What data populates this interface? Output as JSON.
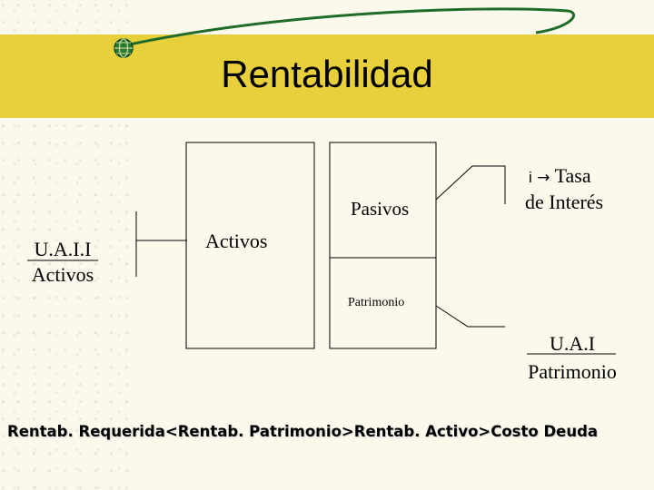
{
  "slide": {
    "title": "Rentabilidad"
  },
  "diagram": {
    "left_numerator": "U.A.I.I",
    "left_denominator": "Activos",
    "activos_label": "Activos",
    "pasivos_label": "Pasivos",
    "patrimonio_label": "Patrimonio",
    "tasa_symbol": "i",
    "tasa_arrow": "→",
    "tasa_line1": "Tasa",
    "tasa_line2": "de Interés",
    "right_numerator": "U.A.I",
    "right_denominator": "Patrimonio"
  },
  "footer": {
    "relation": "Rentab. Requerida<Rentab. Patrimonio>Rentab. Activo>Costo Deuda"
  },
  "colors": {
    "title_band": "#e8cf3c",
    "swoosh": "#1f6b2a",
    "background": "#fbf9ec"
  }
}
